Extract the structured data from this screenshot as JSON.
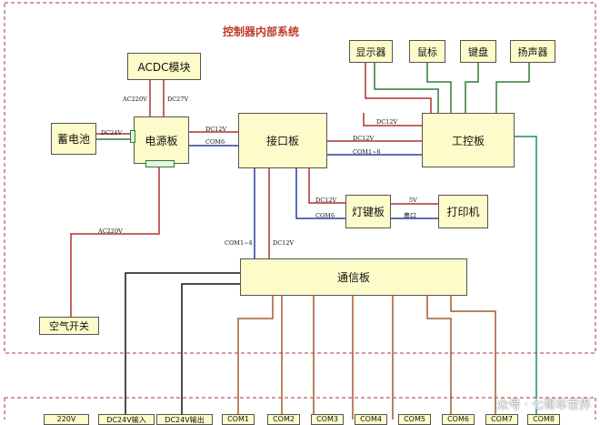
{
  "diagram": {
    "title": "控制器内部系统",
    "boxes": {
      "acdc": "ACDC模块",
      "battery": "蓄电池",
      "power_board": "电源板",
      "interface_board": "接口板",
      "ipc_board": "工控板",
      "display": "显示器",
      "mouse": "鼠标",
      "keyboard": "键盘",
      "speaker": "扬声器",
      "lamp_key_board": "灯键板",
      "printer": "打印机",
      "comm_board": "通信板",
      "air_switch": "空气开关"
    },
    "labels": {
      "ac220v_a": "AC220V",
      "dc27v": "DC27V",
      "dc24v": "DC24V",
      "dc12v_a": "DC12V",
      "com6_a": "COM6",
      "dc12v_b": "DC12V",
      "dc12v_c": "DC12V",
      "com1_6": "COM1~6",
      "dc12v_d": "DC12V",
      "com6_b": "COM6",
      "v5": "5V",
      "serial": "串口",
      "ac220v_b": "AC220V",
      "com1_4": "COM1~4",
      "dc12v_e": "DC12V"
    },
    "bottom_row_partial": [
      "220V",
      "DC24V输入",
      "DC24V输出",
      "COM1",
      "COM2",
      "COM3",
      "COM4",
      "COM5",
      "COM6",
      "COM7",
      "COM8"
    ],
    "watermark": "众号 · 七哥车世界"
  },
  "colors": {
    "red_wire": "#b03030",
    "green_wire": "#2e7d32",
    "blue_wire": "#2b3e99",
    "teal_wire": "#1f8a7a",
    "black_wire": "#111111",
    "brown_wire": "#a55a2a",
    "box_fill": "#fdfbc9",
    "border_dash": "#b03030"
  }
}
